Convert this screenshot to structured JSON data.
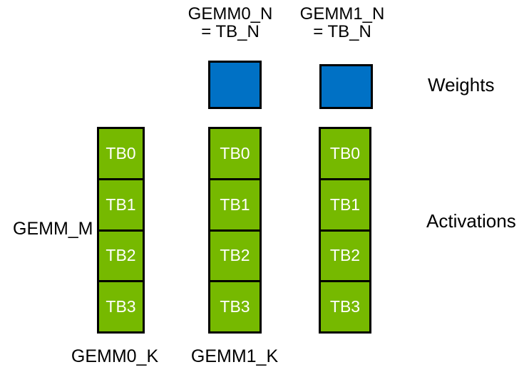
{
  "diagram": {
    "title_context": "GEMM thread-block tiling diagram",
    "top_labels": [
      {
        "line1": "GEMM0_N",
        "line2": "= TB_N"
      },
      {
        "line1": "GEMM1_N",
        "line2": "= TB_N"
      }
    ],
    "side_labels": {
      "weights": "Weights",
      "activations": "Activations",
      "gemm_m": "GEMM_M"
    },
    "bottom_labels": [
      "GEMM0_K",
      "GEMM1_K"
    ],
    "weight_blocks_count": 2,
    "columns": [
      {
        "cells": [
          "TB0",
          "TB1",
          "TB2",
          "TB3"
        ]
      },
      {
        "cells": [
          "TB0",
          "TB1",
          "TB2",
          "TB3"
        ]
      },
      {
        "cells": [
          "TB0",
          "TB1",
          "TB2",
          "TB3"
        ]
      }
    ],
    "colors": {
      "weights_blue": "#0071C5",
      "activations_green": "#76B900",
      "border": "#000000",
      "label_text": "#000000",
      "cell_text": "#FFFFFF",
      "background": "#FFFFFF"
    }
  }
}
